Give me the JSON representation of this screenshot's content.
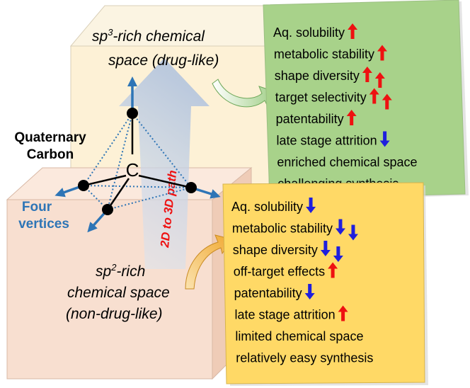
{
  "top_box": {
    "line1_pre": "sp",
    "line1_sup": "3",
    "line1_post": "-rich chemical",
    "line2": "space (drug-like)"
  },
  "bottom_box": {
    "line1_pre": "sp",
    "line1_sup": "2",
    "line1_post": "-rich",
    "line2": "chemical space",
    "line3": "(non-drug-like)"
  },
  "carbon": {
    "label_line1": "Quaternary",
    "label_line2": "Carbon",
    "atom": "C",
    "vertices_line1": "Four",
    "vertices_line2": "vertices"
  },
  "path_label": "2D  to  3D  path",
  "green_panel": {
    "items": [
      {
        "text": "Aq. solubility",
        "arrows": [
          "up"
        ]
      },
      {
        "text": "metabolic stability",
        "arrows": [
          "up"
        ]
      },
      {
        "text": "shape diversity",
        "arrows": [
          "up",
          "up"
        ]
      },
      {
        "text": "target selectivity",
        "arrows": [
          "up",
          "up"
        ]
      },
      {
        "text": "patentability",
        "arrows": [
          "up"
        ]
      },
      {
        "text": "late stage attrition",
        "arrows": [
          "down"
        ]
      },
      {
        "text": "enriched chemical space",
        "arrows": []
      },
      {
        "text": "challenging synthesis",
        "arrows": []
      }
    ]
  },
  "yellow_panel": {
    "items": [
      {
        "text": "Aq. solubility",
        "arrows": [
          "down"
        ]
      },
      {
        "text": "metabolic stability",
        "arrows": [
          "down",
          "down"
        ]
      },
      {
        "text": "shape diversity",
        "arrows": [
          "down",
          "down"
        ]
      },
      {
        "text": "off-target effects",
        "arrows": [
          "up"
        ]
      },
      {
        "text": "patentability",
        "arrows": [
          "down"
        ]
      },
      {
        "text": "late stage attrition",
        "arrows": [
          "up"
        ]
      },
      {
        "text": "limited chemical space",
        "arrows": []
      },
      {
        "text": "relatively easy synthesis",
        "arrows": []
      }
    ]
  },
  "colors": {
    "top_box_front": "#fdf1d6",
    "top_box_side": "#f2e3bf",
    "top_box_top": "#fbf4e2",
    "bottom_box_front": "#f8dfd0",
    "bottom_box_side": "#efccb7",
    "bottom_box_top": "#fbe9dd",
    "green_panel": "#a8d28a",
    "yellow_panel": "#ffd966",
    "up_arrow": "#ee1111",
    "down_arrow": "#1f1fdd",
    "vertex_arrow": "#2e75b6",
    "path_arrow": "#bccbe0",
    "path_text": "#ee1111",
    "dotted": "#2e75b6",
    "curved_arrow_green": "#b9dca4",
    "curved_arrow_yellow": "#f5b342"
  }
}
